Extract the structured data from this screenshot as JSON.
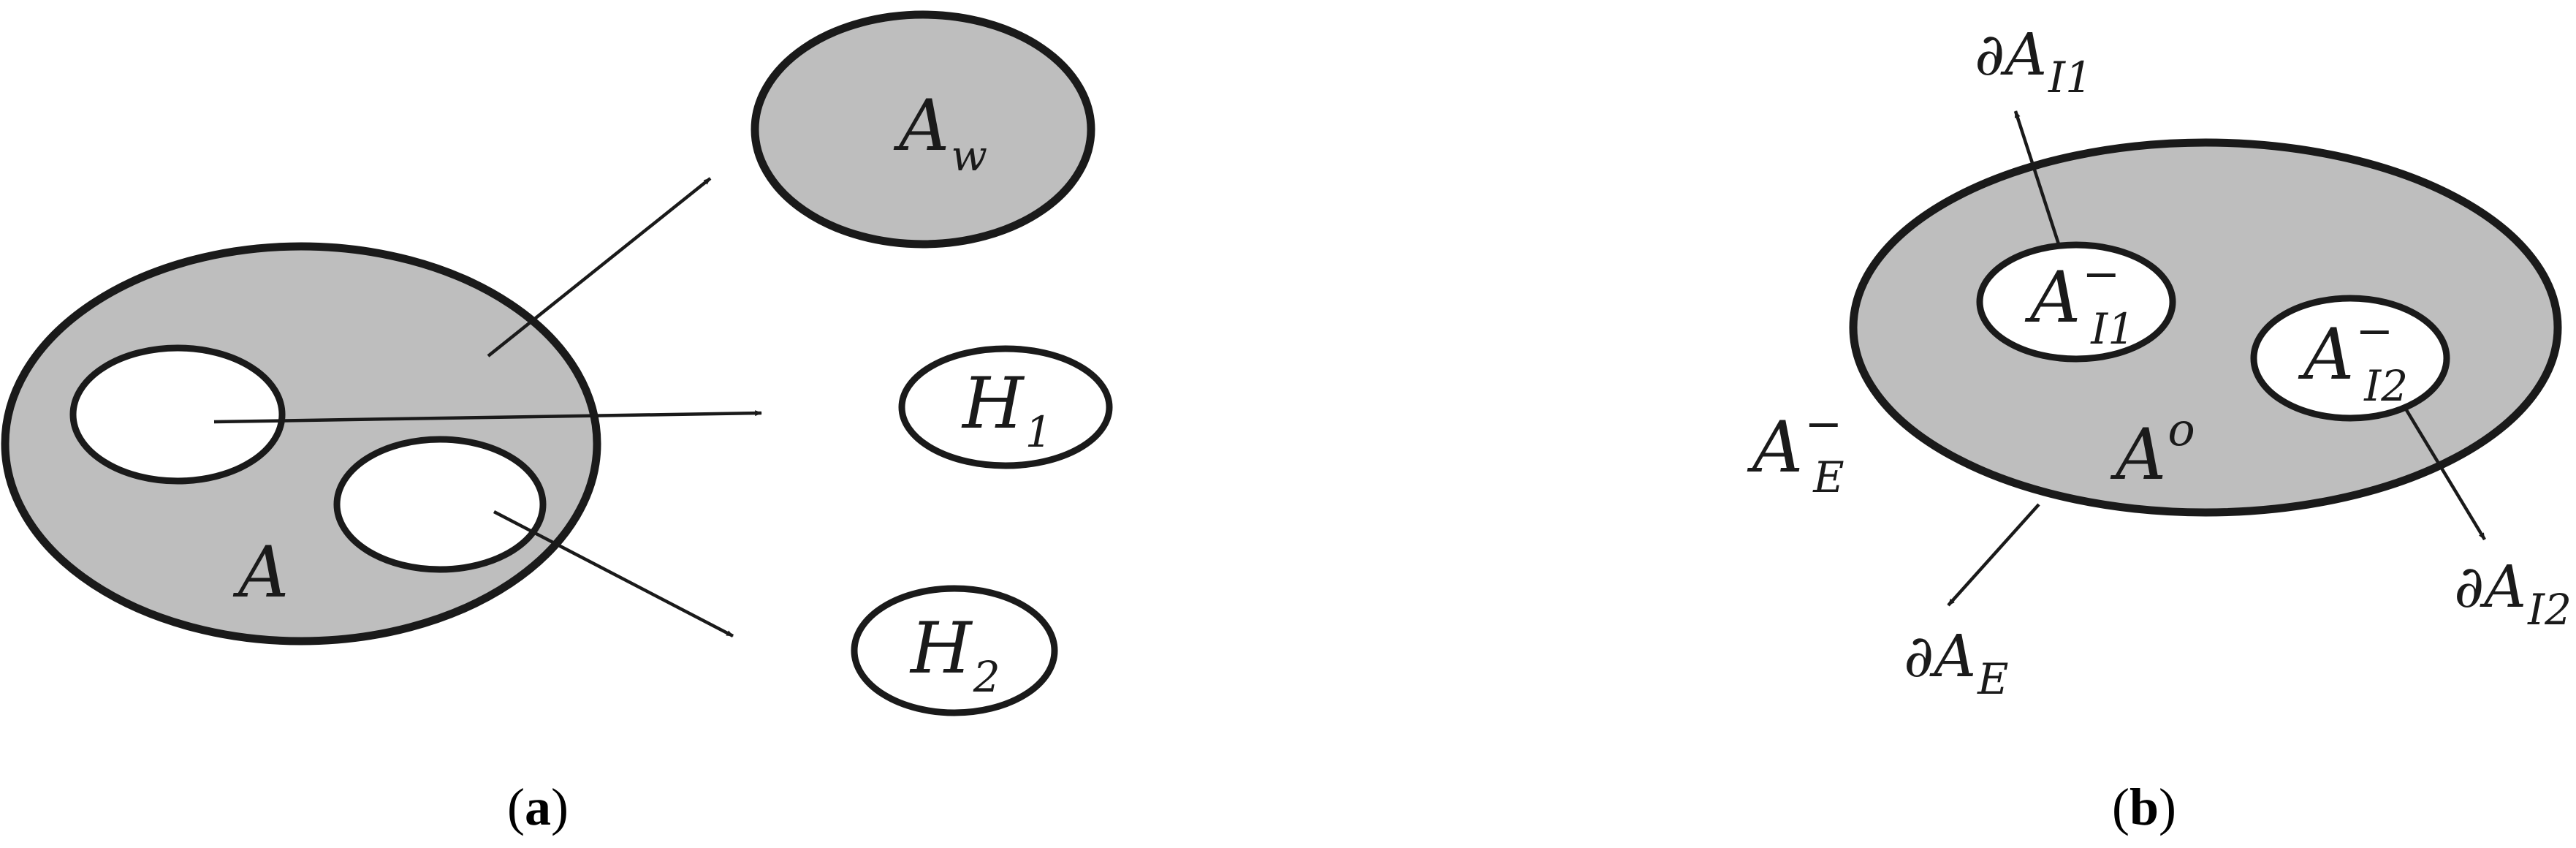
{
  "panel_a": {
    "caption_letter": "a",
    "region": {
      "base": "A"
    },
    "hole_1": {
      "base": "H",
      "sub": "1"
    },
    "hole_2": {
      "base": "H",
      "sub": "2"
    },
    "outer": {
      "base": "A",
      "sub": "w"
    }
  },
  "panel_b": {
    "caption_letter": "b",
    "interior": {
      "base": "A",
      "sup": "o"
    },
    "exterior": {
      "base": "A",
      "sup": "−",
      "sub": "E"
    },
    "hole_1": {
      "base": "A",
      "sup": "−",
      "sub": "I1"
    },
    "hole_2": {
      "base": "A",
      "sup": "−",
      "sub": "I2"
    },
    "boundary_hole_1": {
      "partial": "∂",
      "base": "A",
      "sub": "I1"
    },
    "boundary_hole_2": {
      "partial": "∂",
      "base": "A",
      "sub": "I2"
    },
    "boundary_exterior": {
      "partial": "∂",
      "base": "A",
      "sub": "E"
    }
  },
  "colors": {
    "fill": "#bebebe",
    "stroke": "#1a1a1a",
    "background": "#ffffff"
  }
}
